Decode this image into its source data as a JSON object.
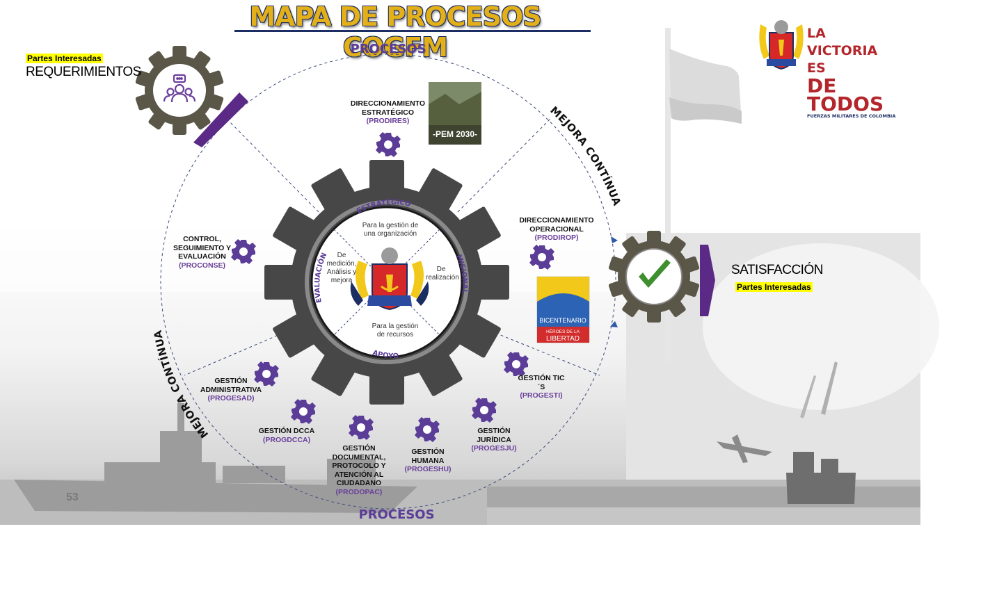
{
  "title": "MAPA DE PROCESOS COGFM",
  "labels": {
    "procesos_top": "PROCESOS",
    "procesos_bottom": "PROCESOS",
    "mejora_right": "MEJORA CONTÍNUA",
    "mejora_left": "MEJORA CONTÍNUA"
  },
  "input": {
    "tag": "Partes Interesadas",
    "label": "REQUERIMIENTOS"
  },
  "output": {
    "label": "SATISFACCIÓN",
    "tag": "Partes Interesadas"
  },
  "brand": {
    "line1": "LA VICTORIA ES",
    "line2": "DE TODOS",
    "line3": "FUERZAS MILITARES DE COLOMBIA"
  },
  "center": {
    "estrategico": "ESTRATÉGICO",
    "misional": "MISIONAL",
    "apoyo": "APOYO",
    "evaluacion": "EVALUACIÓN",
    "txt_top": "Para la gestión de una organización",
    "txt_right": "De realización",
    "txt_bottom": "Para la gestión de recursos",
    "txt_left": "De medición, Análisis y mejora"
  },
  "books": {
    "pem": "-PEM 2030-",
    "bicentenario": "BICENTENARIO",
    "heroes": "HÉROES DE LA",
    "libertad": "LIBERTAD"
  },
  "processes": [
    {
      "id": "prodires",
      "name": "DIRECCIONAMIENTO ESTRATÉGICO",
      "code": "(PRODIRES)"
    },
    {
      "id": "prodirop",
      "name": "DIRECCIONAMIENTO OPERACIONAL",
      "code": "(PRODIROP)"
    },
    {
      "id": "proconse",
      "name": "CONTROL, SEGUIMIENTO Y EVALUACIÓN",
      "code": "(PROCONSE)"
    },
    {
      "id": "progesad",
      "name": "GESTIÓN ADMINISTRATIVA",
      "code": "(PROGESAD)"
    },
    {
      "id": "progdcca",
      "name": "GESTIÓN DCCA",
      "code": "(PROGDCCA)"
    },
    {
      "id": "prodopac",
      "name": "GESTIÓN DOCUMENTAL, PROTOCOLO Y ATENCIÓN AL CIUDADANO",
      "code": "(PRODOPAC)"
    },
    {
      "id": "progeshu",
      "name": "GESTIÓN HUMANA",
      "code": "(PROGESHU)"
    },
    {
      "id": "progesju",
      "name": "GESTIÓN JURÍDICA",
      "code": "(PROGESJU)"
    },
    {
      "id": "progesti",
      "name": "GESTIÓN TIC´S",
      "code": "(PROGESTI)"
    }
  ],
  "colors": {
    "purple": "#5b3d98",
    "gear_dark": "#4a4a4a",
    "gear_olive": "#5a5648",
    "title_gold": "#e3b01a",
    "title_navy": "#1b2d63",
    "check_green": "#3f8f2f"
  },
  "icons": [
    "people-icon",
    "checkmark-icon",
    "gear-icon",
    "arrow-right-icon",
    "coat-of-arms-icon",
    "flag-icon"
  ]
}
